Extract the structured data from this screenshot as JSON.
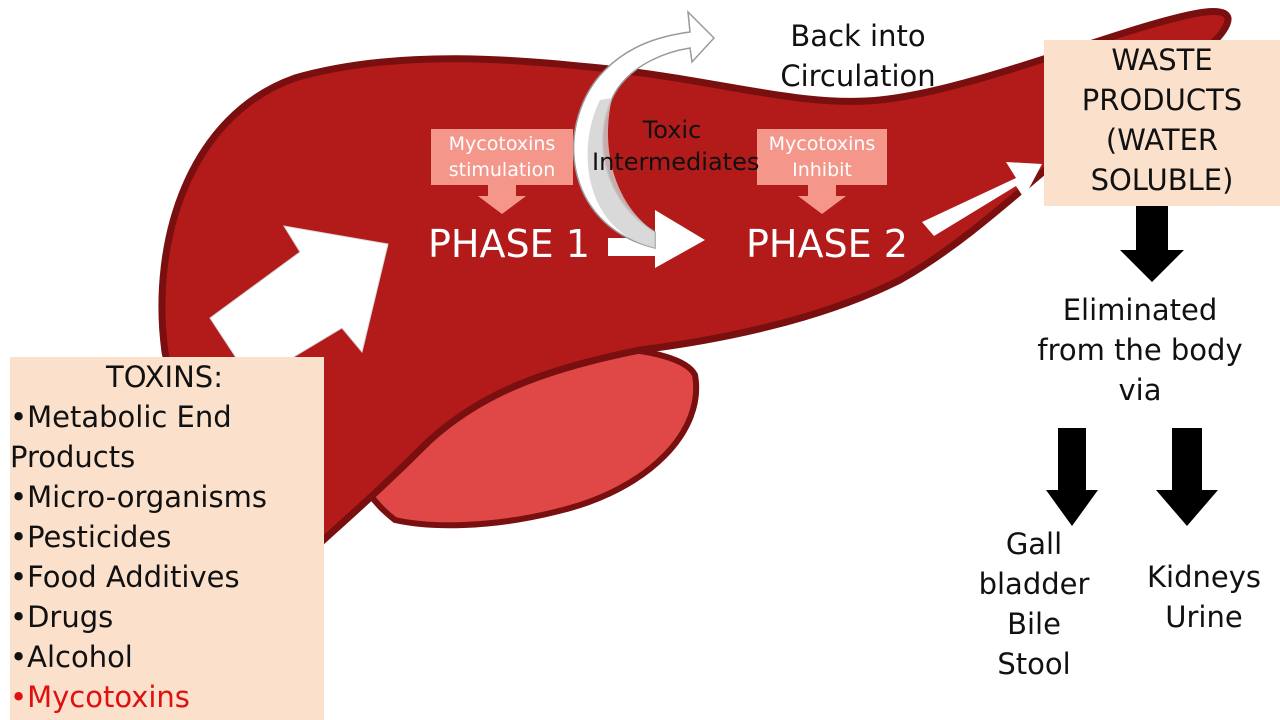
{
  "labels": {
    "phase1": "PHASE 1",
    "phase2": "PHASE 2",
    "myco_stim": [
      "Mycotoxins",
      "stimulation"
    ],
    "myco_inhibit": [
      "Mycotoxins",
      "Inhibit"
    ],
    "toxic_intermediates": [
      "Toxic",
      "Intermediates"
    ],
    "back_into_circulation": [
      "Back into",
      "Circulation"
    ],
    "waste_products": [
      "WASTE",
      "PRODUCTS",
      "(WATER",
      "SOLUBLE)"
    ],
    "eliminated": [
      "Eliminated",
      "from the body",
      "via"
    ],
    "gall_bladder": [
      "Gall",
      "bladder",
      "Bile",
      "Stool"
    ],
    "kidneys": [
      "Kidneys",
      "Urine"
    ]
  },
  "toxins": {
    "title": "TOXINS:",
    "items": [
      {
        "text": "•Metabolic End",
        "highlight": false
      },
      {
        "text": "Products",
        "highlight": false
      },
      {
        "text": "•Micro-organisms",
        "highlight": false
      },
      {
        "text": "•Pesticides",
        "highlight": false
      },
      {
        "text": "•Food Additives",
        "highlight": false
      },
      {
        "text": "•Drugs",
        "highlight": false
      },
      {
        "text": "•Alcohol",
        "highlight": false
      },
      {
        "text": "•Mycotoxins",
        "highlight": true
      }
    ]
  },
  "colors": {
    "liver": "#b31b1b",
    "liver_outline": "#7a0f0f",
    "gallbladder": "#e04848",
    "box_fill": "#fbe0cc",
    "salmon_box": "#f4978a",
    "highlight_text": "#e01010"
  }
}
